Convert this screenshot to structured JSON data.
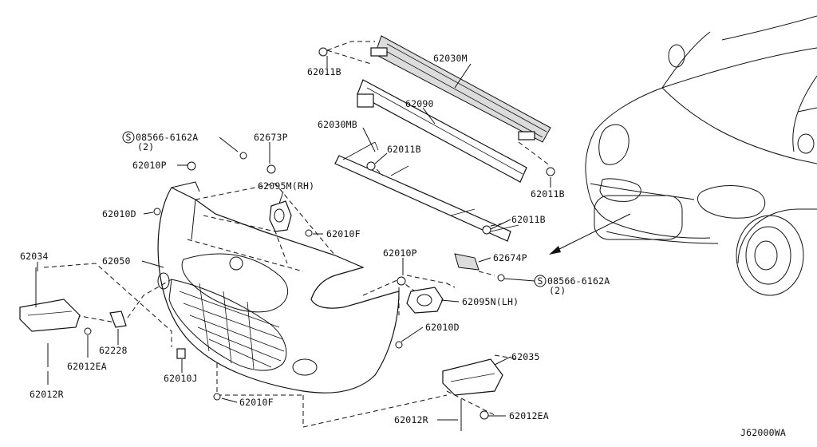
{
  "diagram": {
    "labels": {
      "l62011B_a": "62011B",
      "l62030M": "62030M",
      "l62090": "62090",
      "l62030MB": "62030MB",
      "l62011B_b": "62011B",
      "l62011B_c": "62011B",
      "l62011B_d": "62011B",
      "lScrew1": "08566-6162A",
      "lScrew1Qty": "(2)",
      "l62673P": "62673P",
      "l62010P_a": "62010P",
      "l62095M": "62095M(RH)",
      "l62010D_a": "62010D",
      "l62010F_a": "62010F",
      "l62034": "62034",
      "l62050": "62050",
      "l62010P_b": "62010P",
      "l62674P": "62674P",
      "lScrew2": "08566-6162A",
      "lScrew2Qty": "(2)",
      "l62095N": "62095N(LH)",
      "l62010D_b": "62010D",
      "l62228": "62228",
      "l62012EA_a": "62012EA",
      "l62010J": "62010J",
      "l62035": "62035",
      "l62012R_a": "62012R",
      "l62010F_b": "62010F",
      "l62012R_b": "62012R",
      "l62012EA_b": "62012EA",
      "drawingCode": "J62000WA"
    },
    "screwSymbol": "S"
  }
}
